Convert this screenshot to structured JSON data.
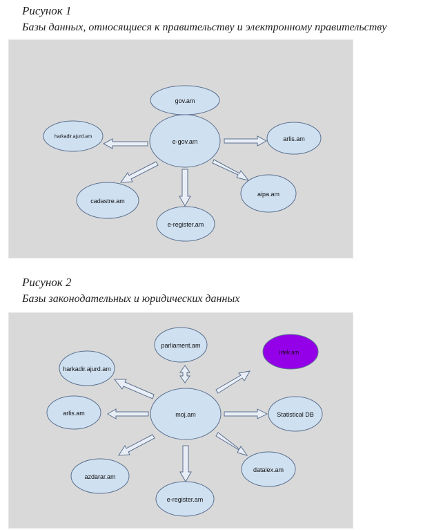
{
  "figure1": {
    "number": "Рисунок 1",
    "caption": "Базы данных, относящиеся к правительству и электронному правительству",
    "nodes": {
      "gov": "gov.am",
      "egov": "e-gov.am",
      "harkadir": "harkadir.ajurd.am",
      "arlis": "arlis.am",
      "cadastre": "cadastre.am",
      "aipa": "aipa.am",
      "eregister": "e-register.am"
    }
  },
  "figure2": {
    "number": "Рисунок 2",
    "caption": "Базы законодательных и юридических данных",
    "nodes": {
      "parliament": "parliament.am",
      "irtek": "irtek.am",
      "harkadir": "harkadir.ajurd.am",
      "moj": "moj.am",
      "arlis": "arlis.am",
      "statistical": "Statistical DB",
      "azdarar": "azdarar.am",
      "datalex": "datalex.am",
      "eregister": "e-register.am"
    },
    "colors": {
      "node": "#cfe0f1",
      "highlight": "#9400e8",
      "node_stroke": "#5a6f8f"
    }
  }
}
